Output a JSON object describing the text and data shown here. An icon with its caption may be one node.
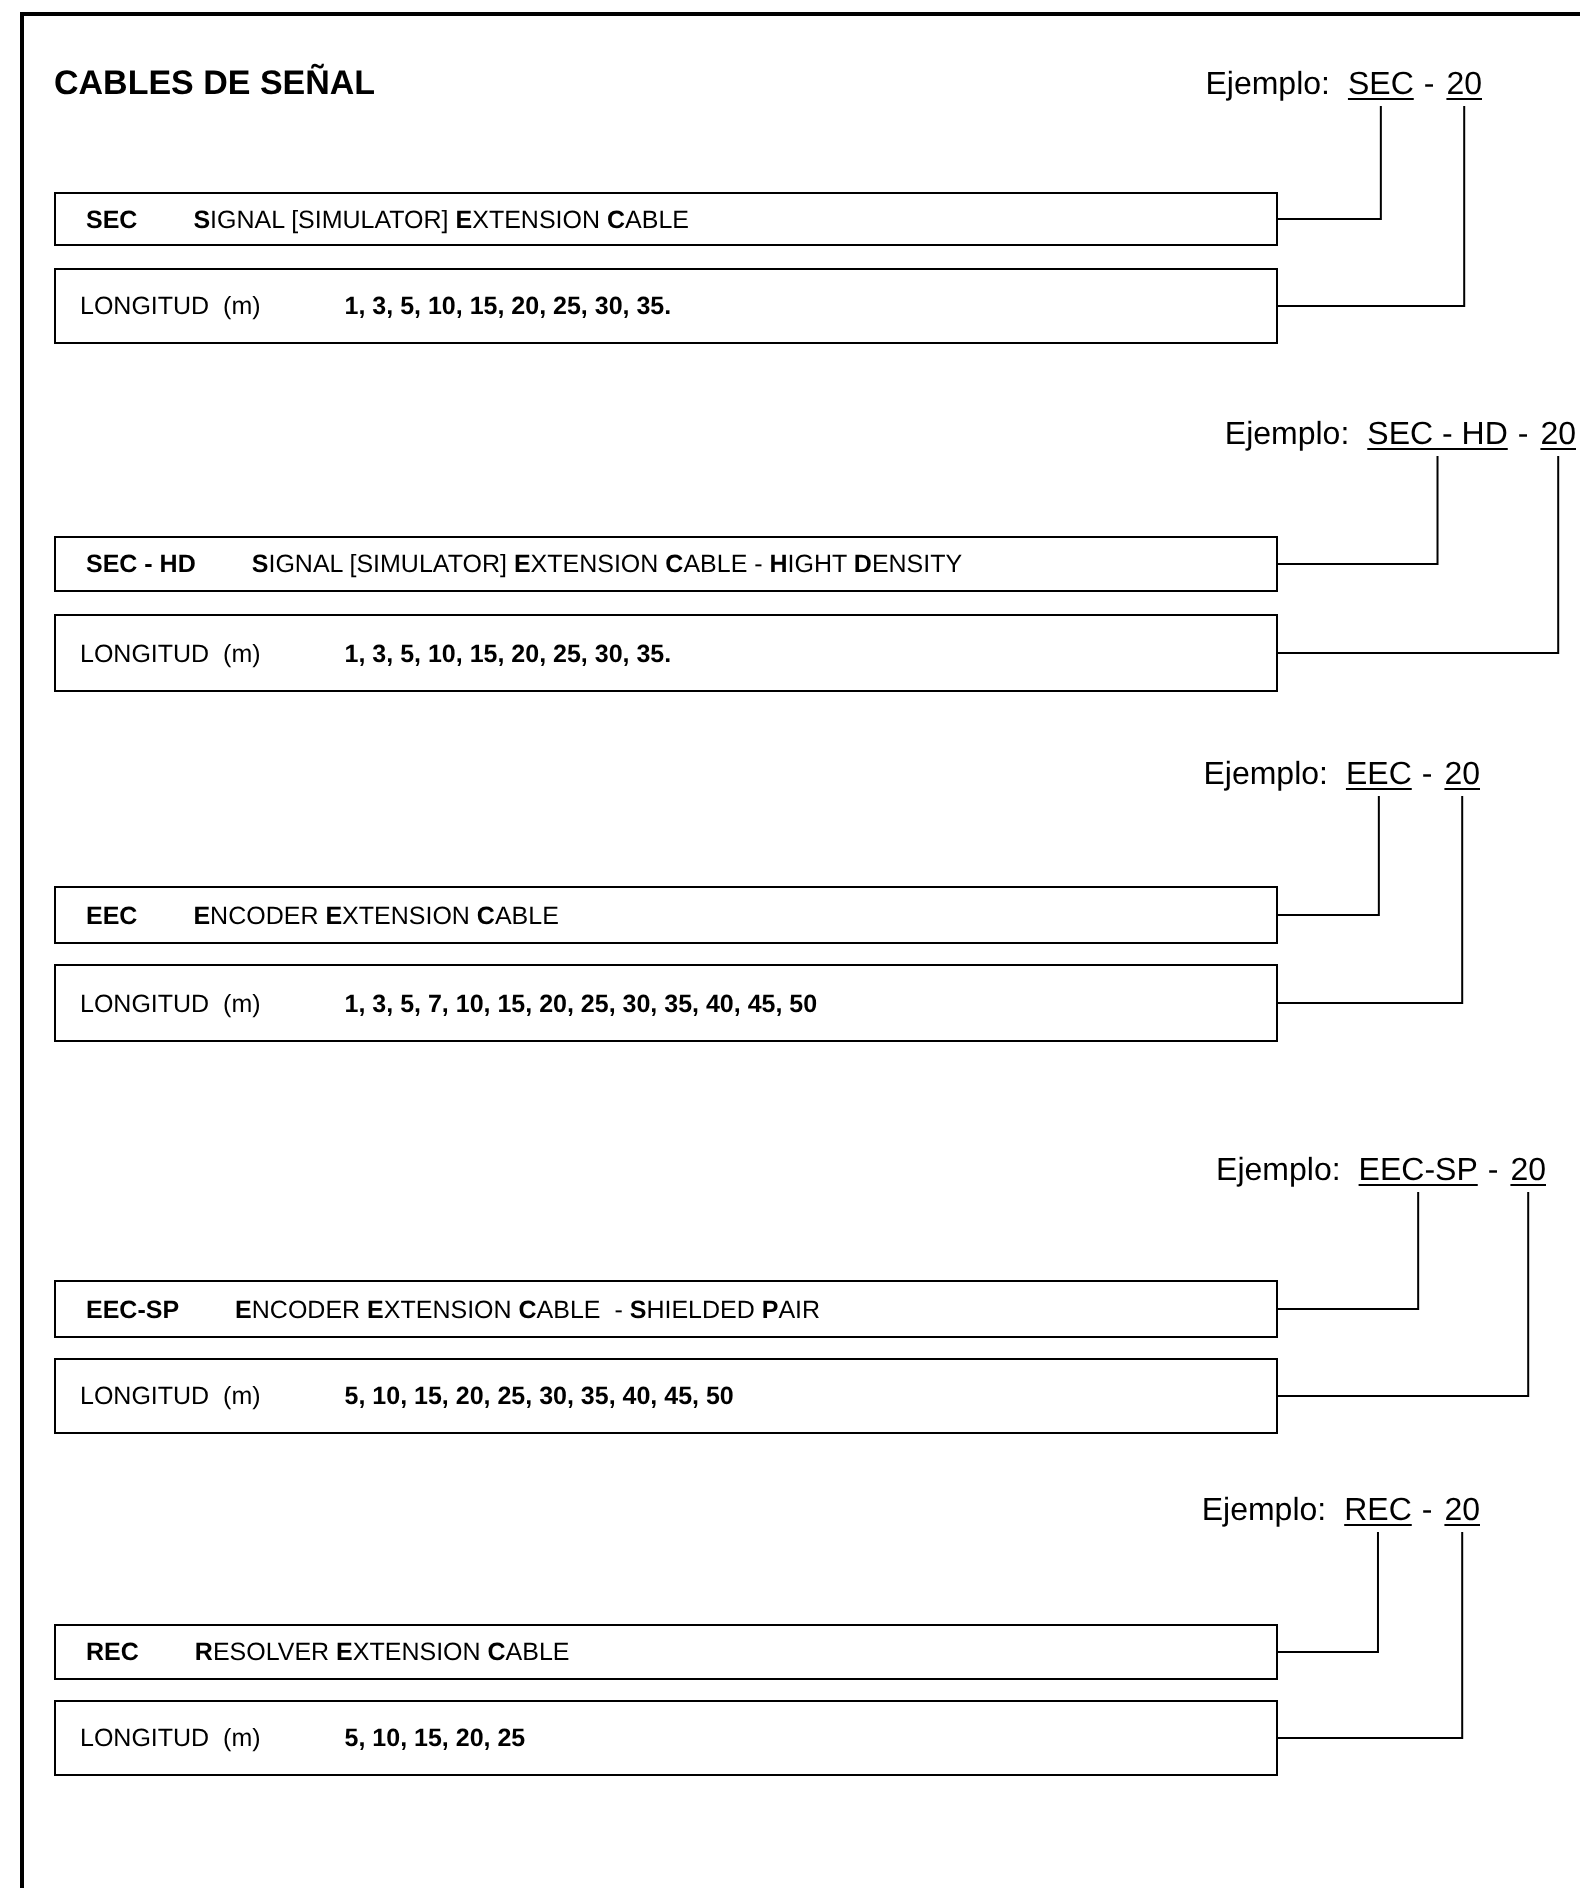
{
  "diagram": {
    "title": "CABLES DE SEÑAL",
    "nodes": [
      {
        "text": [
          "SEC"
        ]
      },
      {
        "text": [
          "20"
        ]
      },
      {
        "text": [
          "SEC",
          "**S**IGNAL [SIMULATOR] **E**XTENSION **C**ABLE"
        ]
      },
      {
        "text": [
          "LONGITUD  (m)",
          "1, 3, 5, 10, 15, 20, 25, 30, 35."
        ]
      },
      {
        "text": [
          "SEC - HD"
        ]
      },
      {
        "text": [
          "20"
        ]
      },
      {
        "text": [
          "SEC - HD",
          "**S**IGNAL [SIMULATOR] **E**XTENSION **C**ABLE - **H**IGHT **D**ENSITY"
        ]
      },
      {
        "text": [
          "LONGITUD  (m)",
          "1, 3, 5, 10, 15, 20, 25, 30, 35."
        ]
      },
      {
        "text": [
          "EEC"
        ]
      },
      {
        "text": [
          "20"
        ]
      },
      {
        "text": [
          "EEC",
          "**E**NCODER **E**XTENSION **C**ABLE"
        ]
      },
      {
        "text": [
          "LONGITUD  (m)",
          "1, 3, 5, 7, 10, 15, 20, 25, 30, 35, 40, 45, 50"
        ]
      },
      {
        "text": [
          "EEC-SP"
        ]
      },
      {
        "text": [
          "20"
        ]
      },
      {
        "text": [
          "EEC-SP",
          "**E**NCODER **E**XTENSION **C**ABLE  - **S**HIELDED **P**AIR"
        ]
      },
      {
        "text": [
          "LONGITUD  (m)",
          "5, 10, 15, 20, 25, 30, 35, 40, 45, 50"
        ]
      },
      {
        "text": [
          "REC"
        ]
      },
      {
        "text": [
          "20"
        ]
      },
      {
        "text": [
          "REC",
          "**R**ESOLVER **E**XTENSION **C**ABLE"
        ]
      },
      {
        "text": [
          "LONGITUD  (m)",
          "5, 10, 15, 20, 25"
        ]
      }
    ],
    "edges": [
      {
        "from": 0,
        "to": 2,
        "arrow": "none"
      },
      {
        "from": 1,
        "to": 3,
        "arrow": "none"
      },
      {
        "from": 4,
        "to": 6,
        "arrow": "none"
      },
      {
        "from": 5,
        "to": 7,
        "arrow": "none"
      },
      {
        "from": 8,
        "to": 10,
        "arrow": "none"
      },
      {
        "from": 9,
        "to": 11,
        "arrow": "none"
      },
      {
        "from": 12,
        "to": 14,
        "arrow": "none"
      },
      {
        "from": 13,
        "to": 15,
        "arrow": "none"
      },
      {
        "from": 16,
        "to": 18,
        "arrow": "none"
      },
      {
        "from": 17,
        "to": 19,
        "arrow": "none"
      }
    ],
    "labels": [
      "Ejemplo:",
      "-",
      "Ejemplo:",
      "-",
      "Ejemplo:",
      "-",
      "Ejemplo:",
      "-",
      "Ejemplo:",
      "-"
    ]
  }
}
